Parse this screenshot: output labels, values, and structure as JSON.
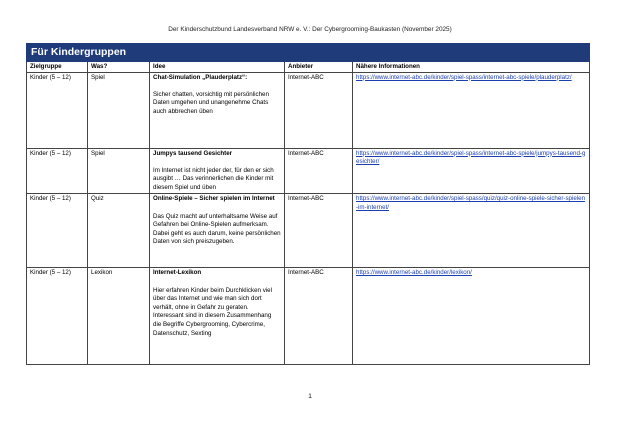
{
  "header": "Der Kinderschutzbund Landesverband NRW e. V.: Der Cybergrooming-Baukasten (November 2025)",
  "table": {
    "title": "Für Kindergruppen",
    "columns": [
      "Zielgruppe",
      "Was?",
      "Idee",
      "Anbieter",
      "Nähere Informationen"
    ],
    "rows": [
      {
        "zielgruppe": "Kinder (5 – 12)",
        "was": "Spiel",
        "idee_title": "Chat-Simulation „Plauderplatz“:",
        "idee_desc": "Sicher chatten, vorsichtig mit persönlichen Daten umgehen und unangenehme Chats auch abbrechen üben",
        "anbieter": "Internet-ABC",
        "link": "https://www.internet-abc.de/kinder/spiel-spass/internet-abc-spiele/plauderplatz/"
      },
      {
        "zielgruppe": "Kinder (5 – 12)",
        "was": "Spiel",
        "idee_title": "Jumpys tausend Gesichter",
        "idee_desc": "Im Internet ist nicht jeder der, für den er sich ausgibt … Das verinnerlichen die Kinder mit diesem Spiel und üben",
        "anbieter": "Internet-ABC",
        "link": "https://www.internet-abc.de/kinder/spiel-spass/internet-abc-spiele/jumpys-tausend-gesichter/"
      },
      {
        "zielgruppe": "Kinder (5 – 12)",
        "was": "Quiz",
        "idee_title": "Online-Spiele – Sicher spielen im Internet",
        "idee_desc": "Das Quiz macht auf unterhaltsame Weise auf Gefahren bei Online-Spielen aufmerksam. Dabei geht es auch darum, keine persönlichen Daten von sich preiszugeben.",
        "anbieter": "Internet-ABC",
        "link": "https://www.internet-abc.de/kinder/spiel-spass/quiz/quiz-online-spiele-sicher-spielen-im-internet/"
      },
      {
        "zielgruppe": "Kinder (5 – 12)",
        "was": "Lexikon",
        "idee_title": "Internet-Lexikon",
        "idee_desc": "Hier erfahren Kinder beim Durchklicken viel über das Internet und wie man sich dort verhält, ohne in Gefahr zu geraten.\nInteressant sind in diesem Zusammenhang die Begriffe Cybergrooming, Cybercrime, Datenschutz, Sexting",
        "anbieter": "Internet-ABC",
        "link": "https://www.internet-abc.de/kinder/lexikon/"
      }
    ]
  },
  "page_number": "1"
}
